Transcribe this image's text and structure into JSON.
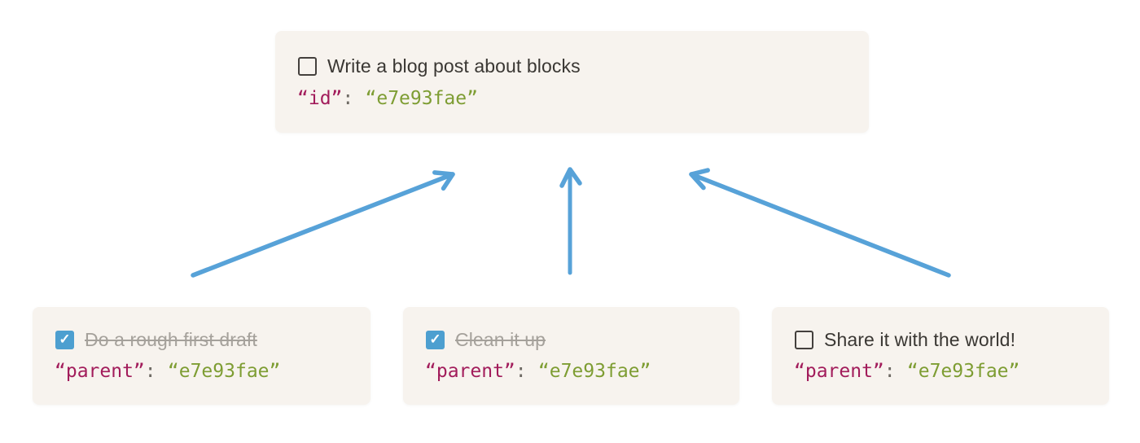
{
  "colors": {
    "card-bg": "#f7f3ee",
    "arrow": "#57a2d8",
    "code-key": "#a21c5b",
    "code-punct": "#6e6a64",
    "code-value": "#7e9d33",
    "task-text": "#3a3733",
    "task-done-text": "#a5a19b",
    "checkbox-border": "#44403d",
    "checkbox-checked-bg": "#4d9fd0",
    "checkbox-check": "#ffffff"
  },
  "icons": {
    "checkmark": "✓"
  },
  "parent_card": {
    "title": "Write a blog post about blocks",
    "checkbox_checked": false,
    "code": {
      "key": "“id”",
      "colon": ":",
      "value": "“e7e93fae”"
    }
  },
  "child_cards": [
    {
      "title": "Do a rough first draft",
      "checkbox_checked": true,
      "code": {
        "key": "“parent”",
        "colon": ":",
        "value": "“e7e93fae”"
      }
    },
    {
      "title": "Clean it up",
      "checkbox_checked": true,
      "code": {
        "key": "“parent”",
        "colon": ":",
        "value": "“e7e93fae”"
      }
    },
    {
      "title": "Share it with the world!",
      "checkbox_checked": false,
      "code": {
        "key": "“parent”",
        "colon": ":",
        "value": "“e7e93fae”"
      }
    }
  ]
}
